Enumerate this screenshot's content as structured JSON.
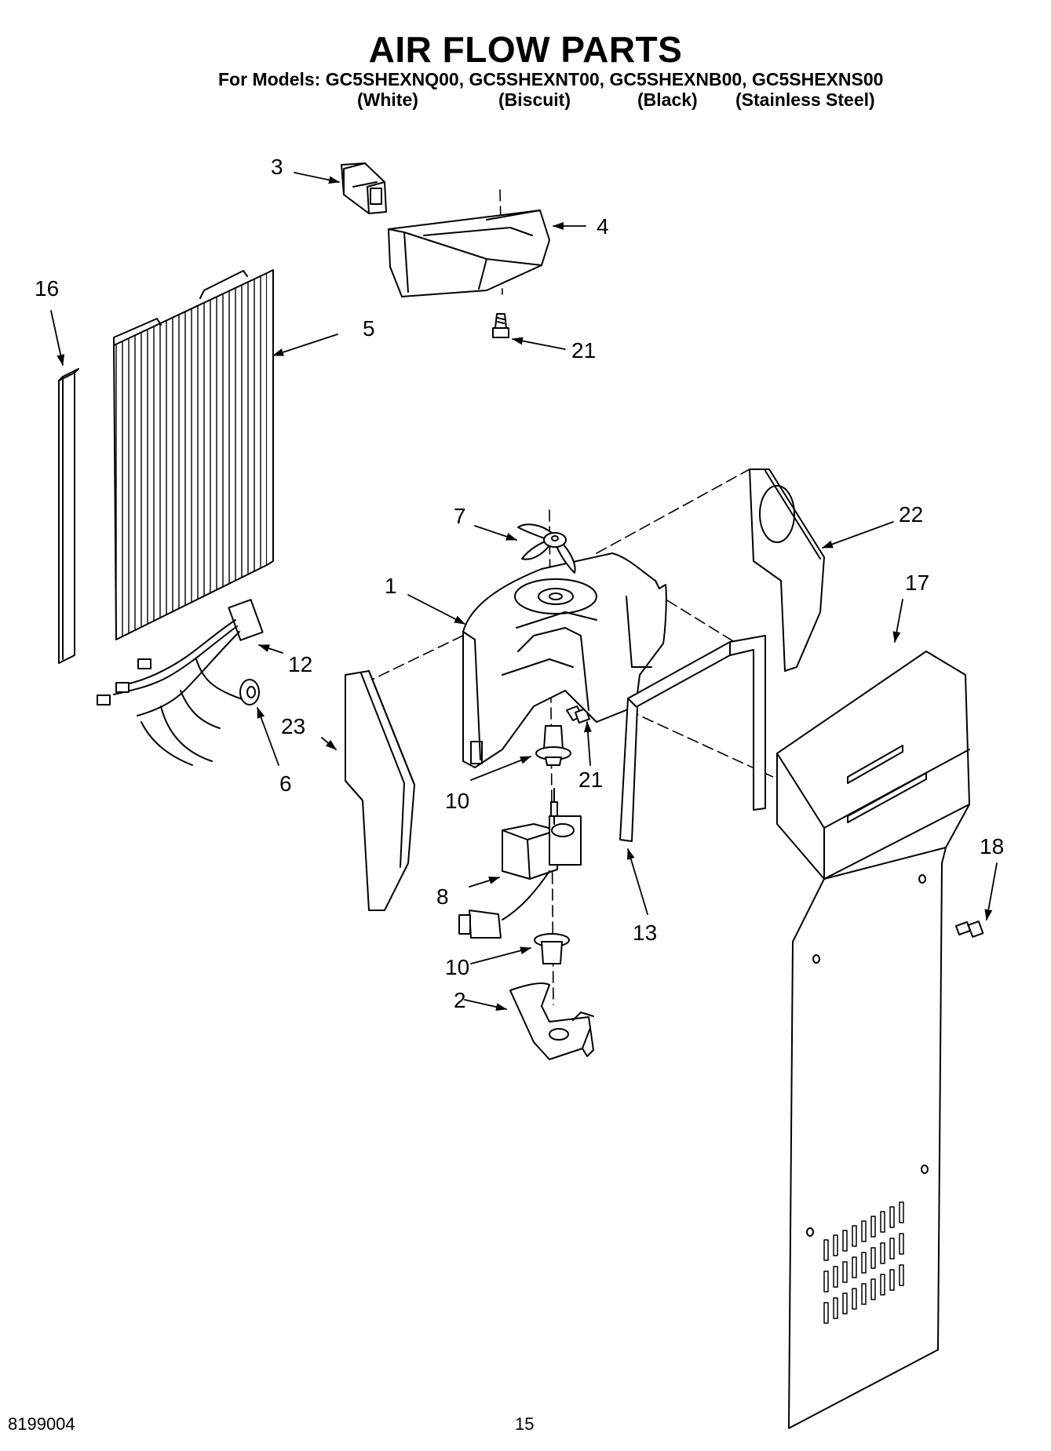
{
  "header": {
    "title": "AIR FLOW PARTS",
    "models_line": "For Models: GC5SHEXNQ00, GC5SHEXNT00, GC5SHEXNB00, GC5SHEXNS00",
    "colors": [
      "(White)",
      "(Biscuit)",
      "(Black)",
      "(Stainless Steel)"
    ]
  },
  "diagram": {
    "callouts": [
      "1",
      "2",
      "3",
      "4",
      "5",
      "6",
      "7",
      "8",
      "10",
      "10",
      "12",
      "13",
      "16",
      "17",
      "18",
      "21",
      "21",
      "22",
      "23"
    ]
  },
  "footer": {
    "doc_number": "8199004",
    "page_number": "15"
  }
}
